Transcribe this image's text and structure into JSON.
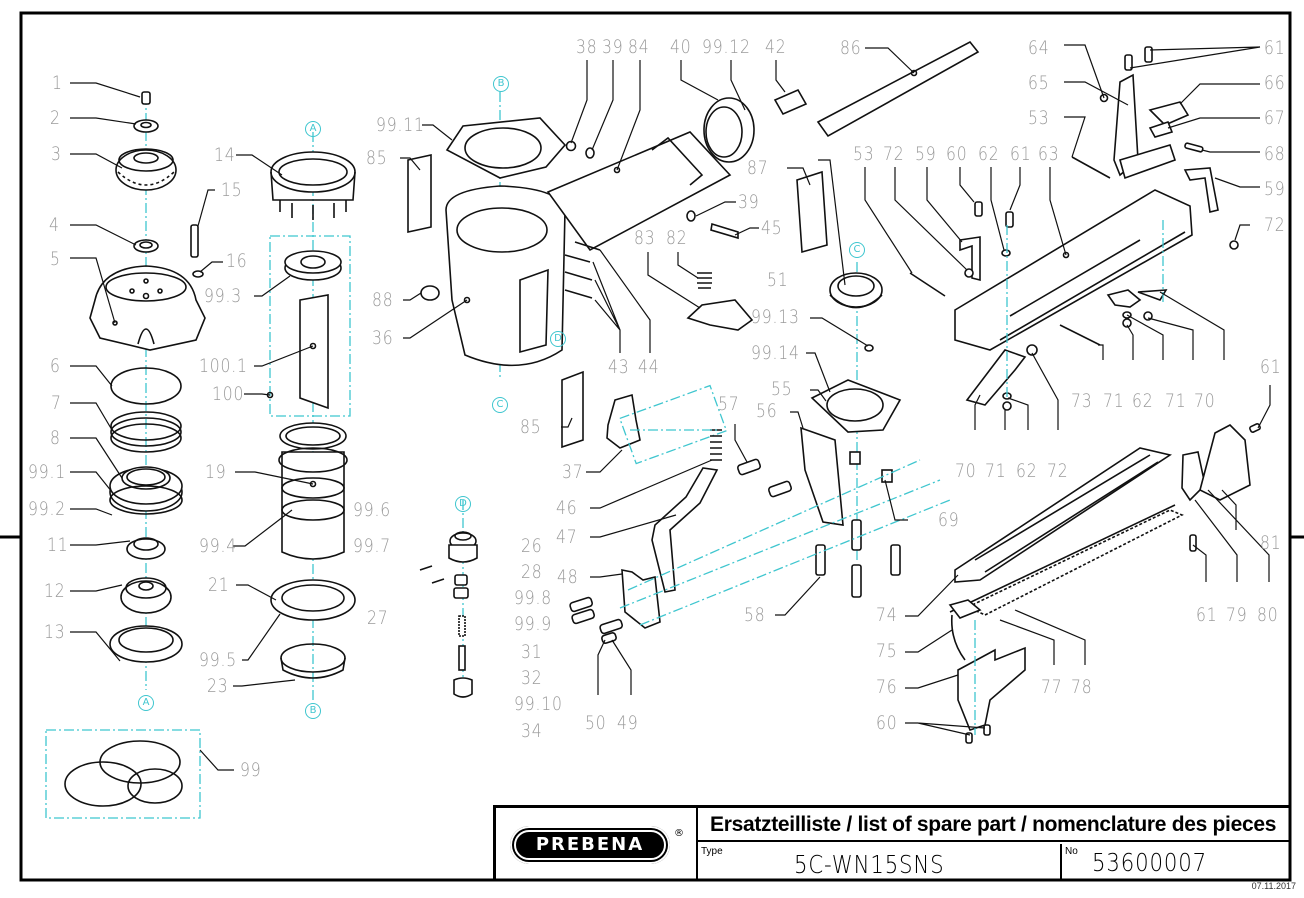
{
  "title_block": {
    "brand": "PREBENA",
    "registered_mark": "®",
    "heading": "Ersatzteilliste / list of spare part / nomenclature des pieces",
    "type_caption": "Type",
    "type_value": "5C-WN15SNS",
    "number_caption": "No",
    "number_value": "53600007",
    "date": "07.11.2017"
  },
  "colors": {
    "frame": "#000000",
    "part_lines": "#111111",
    "callout_text": "#9a9a9a",
    "axis_lines": "#3fc6cf"
  },
  "reference_markers": [
    "A",
    "B",
    "C",
    "D"
  ],
  "callouts": {
    "left_column": [
      "1",
      "2",
      "3",
      "4",
      "5",
      "6",
      "7",
      "8",
      "99.1",
      "99.2",
      "11",
      "12",
      "13",
      "99"
    ],
    "cylinder_column": [
      "14",
      "15",
      "16",
      "99.3",
      "100.1",
      "100",
      "19",
      "99.4",
      "21",
      "99.5",
      "23"
    ],
    "housing": [
      "99.11",
      "85",
      "88",
      "36",
      "38",
      "39",
      "84",
      "40",
      "99.12",
      "42",
      "39",
      "45",
      "87",
      "83",
      "82",
      "43",
      "44",
      "85",
      "37"
    ],
    "valve": [
      "99.6",
      "99.7",
      "26",
      "27",
      "28",
      "99.8",
      "99.9",
      "31",
      "32",
      "99.10",
      "34"
    ],
    "trigger": [
      "51",
      "99.13",
      "99.14",
      "55",
      "56",
      "57",
      "46",
      "47",
      "48",
      "50",
      "49",
      "58",
      "69"
    ],
    "magazine_top": [
      "86",
      "64",
      "65",
      "53",
      "61",
      "66",
      "67",
      "68",
      "59",
      "72",
      "53",
      "72",
      "59",
      "60",
      "62",
      "61",
      "63"
    ],
    "magazine_mid": [
      "73",
      "71",
      "62",
      "71",
      "70",
      "70",
      "71",
      "62",
      "72",
      "61"
    ],
    "magazine_bottom": [
      "74",
      "75",
      "76",
      "77",
      "78",
      "60",
      "61",
      "79",
      "80",
      "81"
    ]
  }
}
